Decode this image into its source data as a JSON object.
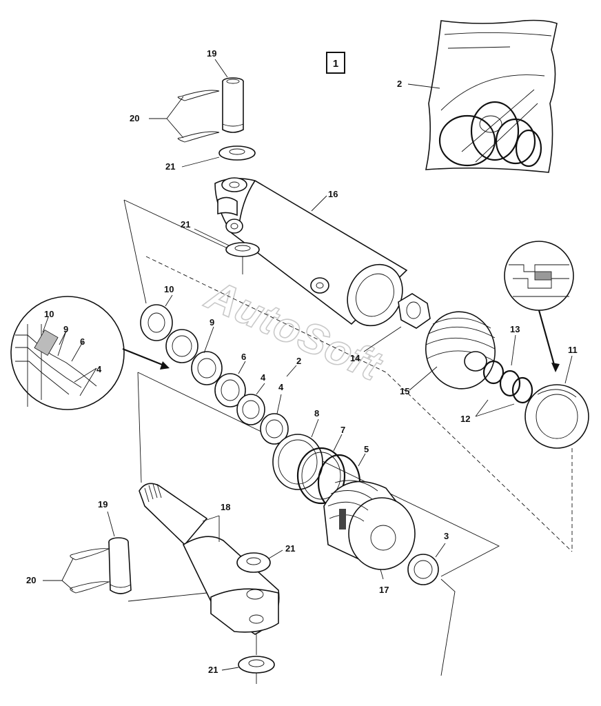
{
  "figure_number": "1",
  "watermark": "AutoSoft",
  "callouts": {
    "c2_bag": "2",
    "c2_mid": "2",
    "c3": "3",
    "c4a": "4",
    "c4b": "4",
    "c4_detail": "4",
    "c5": "5",
    "c6": "6",
    "c6_detail": "6",
    "c7": "7",
    "c8": "8",
    "c9": "9",
    "c9_detail": "9",
    "c10": "10",
    "c10_detail": "10",
    "c11": "11",
    "c12": "12",
    "c13": "13",
    "c14": "14",
    "c15": "15",
    "c16": "16",
    "c17": "17",
    "c18": "18",
    "c19_top": "19",
    "c19_bottom": "19",
    "c20_top": "20",
    "c20_bottom": "20",
    "c21_a": "21",
    "c21_b": "21",
    "c21_c": "21",
    "c21_d": "21"
  }
}
